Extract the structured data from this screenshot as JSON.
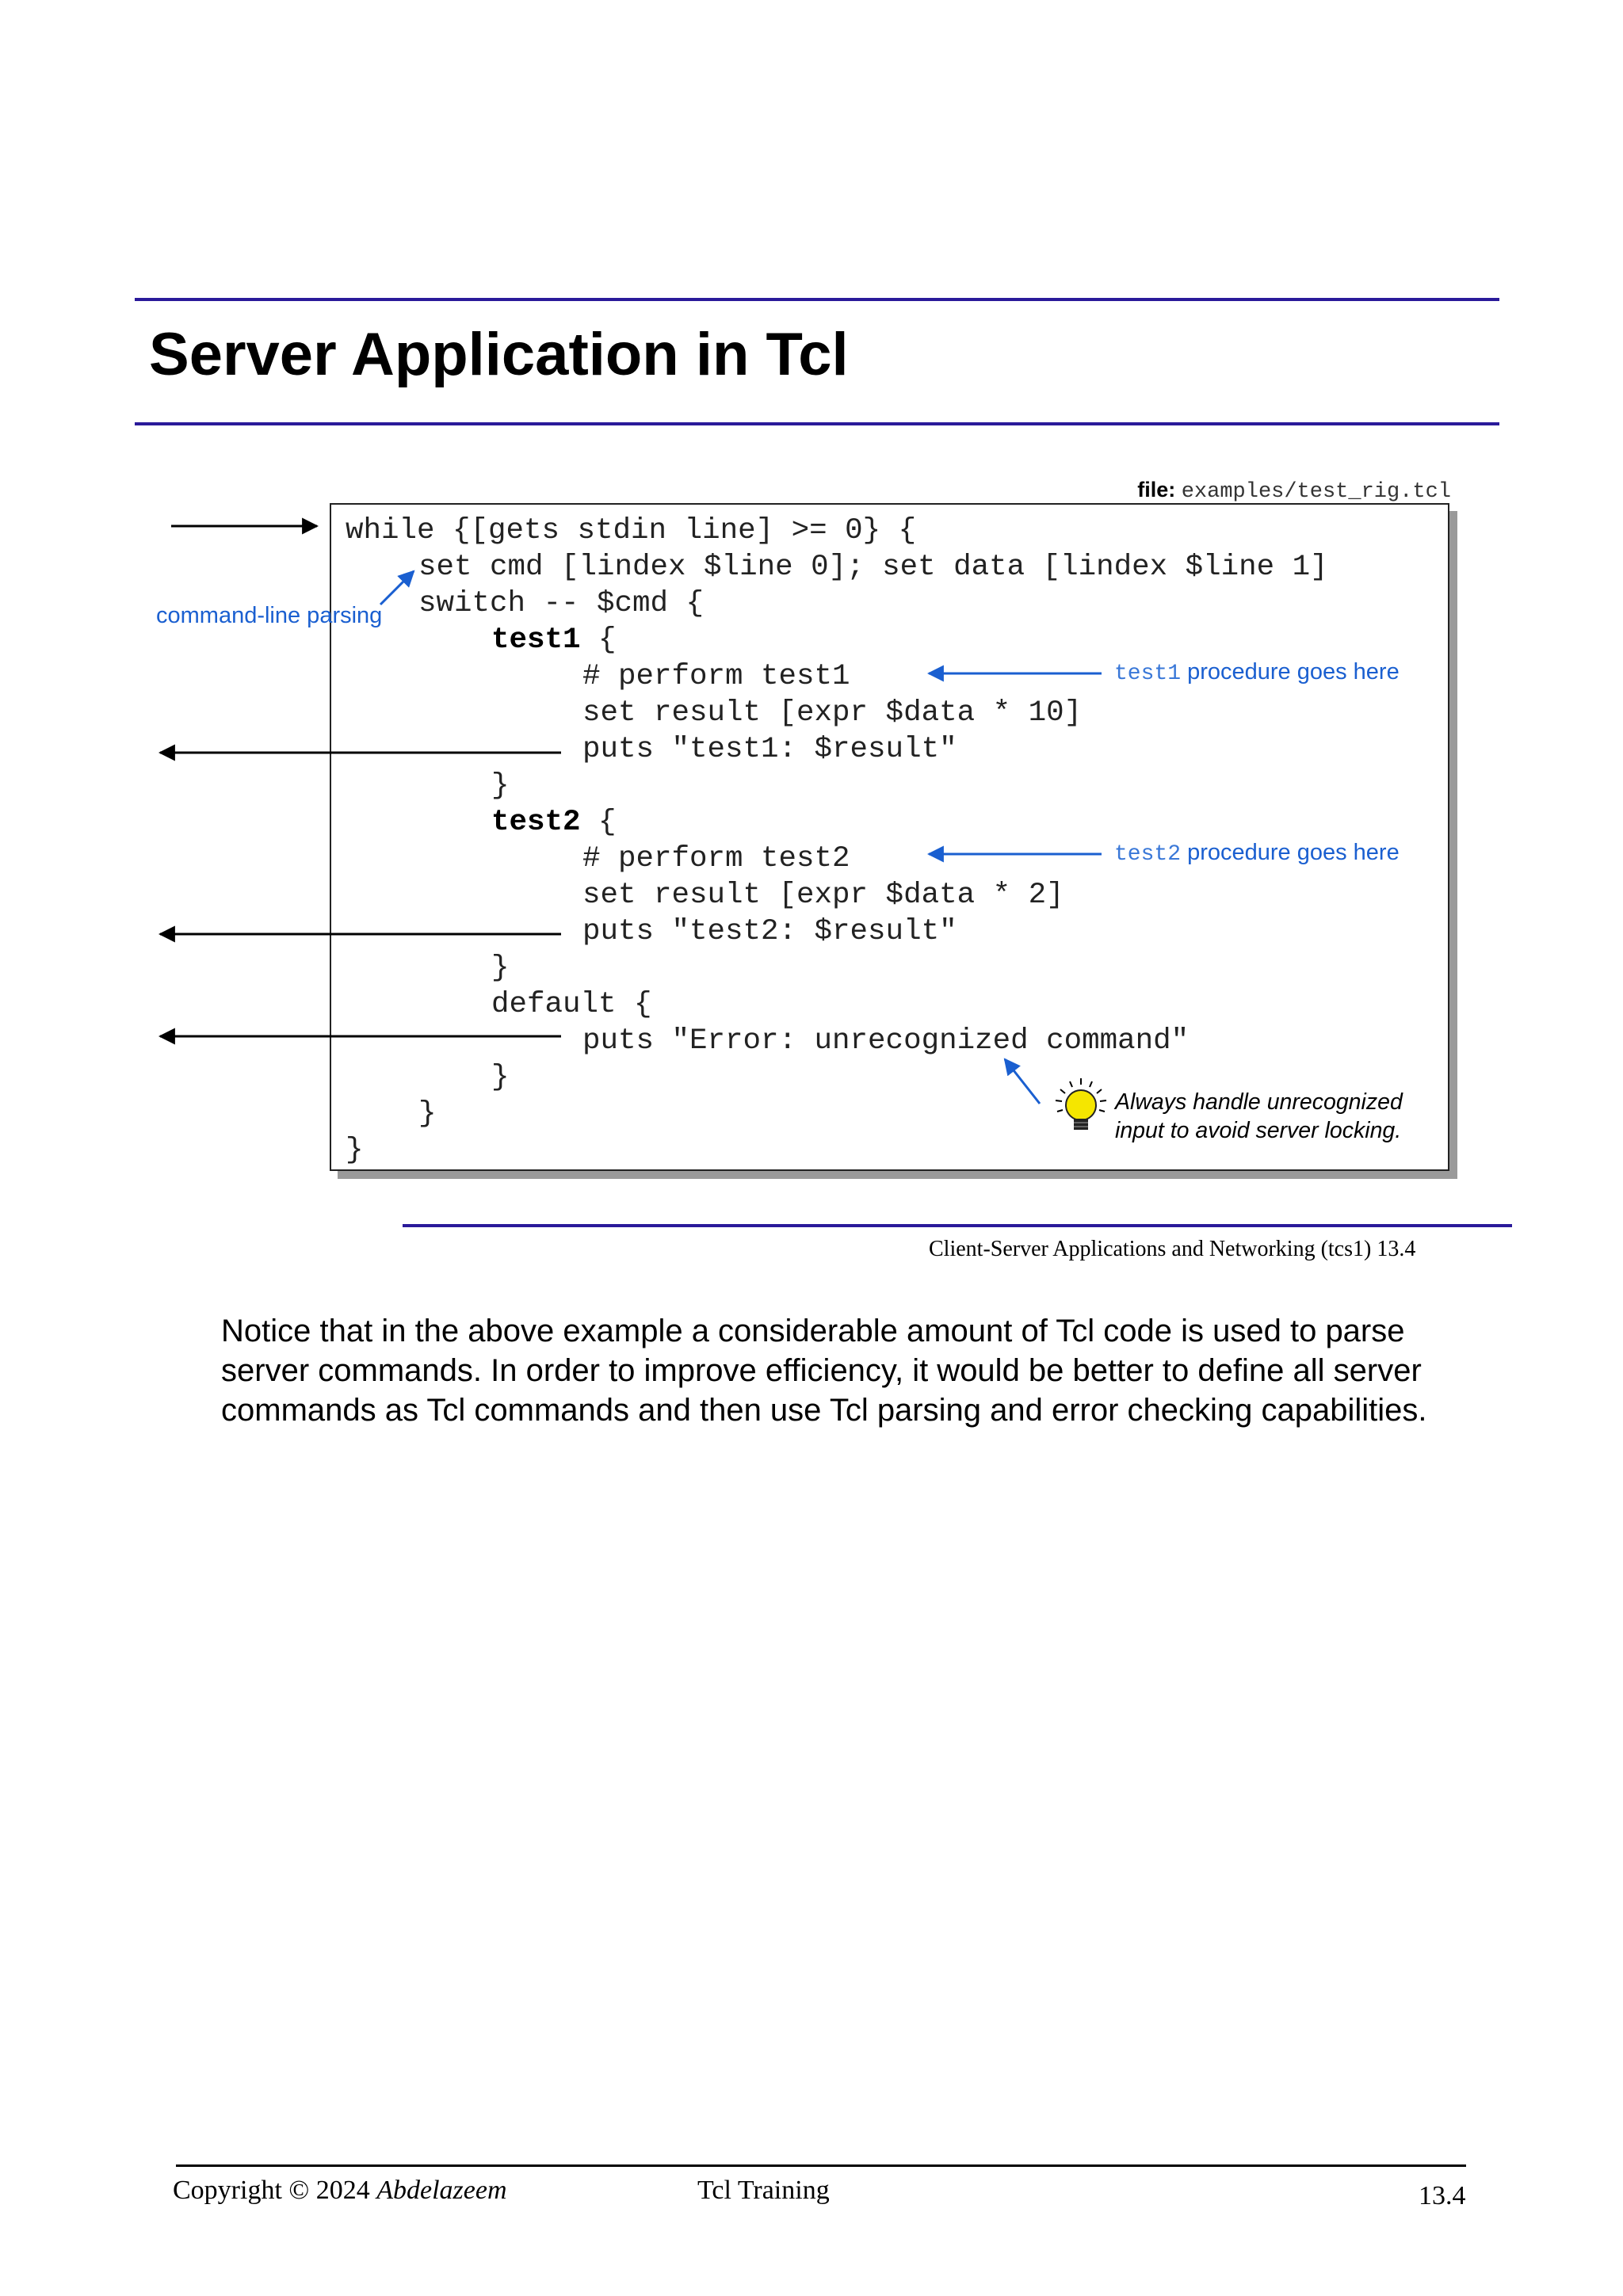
{
  "page": {
    "title": "Server Application in Tcl",
    "file_label": "file:",
    "file_name": "examples/test_rig.tcl",
    "code_lines": [
      "while {[gets stdin line] >= 0} {",
      "set cmd [lindex $line 0]; set data [lindex $line 1]",
      "switch -- $cmd {",
      "test1",
      " {",
      "# perform test1",
      "set result [expr $data * 10]",
      "puts \"test1: $result\"",
      "}",
      "test2",
      " {",
      "# perform test2",
      "set result [expr $data * 2]",
      "puts \"test2: $result\"",
      "}",
      "default {",
      "puts \"Error: unrecognized command\"",
      "}",
      "}",
      "}"
    ],
    "annotations": {
      "command_line_parsing": "command-line parsing",
      "test1_code": "test1",
      "test1_text": " procedure goes here",
      "test2_code": "test2",
      "test2_text": " procedure goes here",
      "tip_line1": "Always handle unrecognized",
      "tip_line2": "input to avoid server locking."
    },
    "caption": "Client-Server Applications and Networking (tcs1)  13.4",
    "paragraph": "Notice that in the above example a considerable amount of Tcl code is used to parse server commands. In order to improve efficiency, it would be better to define all server commands as Tcl commands and then use Tcl parsing and error checking capabilities."
  },
  "footer": {
    "copyright_prefix": "Copyright © 2024 ",
    "author": "Abdelazeem",
    "course": "Tcl Training",
    "page_number": "13.4"
  },
  "colors": {
    "rule": "#2a1a9a",
    "annotation_blue": "#1a5fd0",
    "bulb_yellow": "#f5e600"
  },
  "icons": {
    "tip_icon": "lightbulb-icon"
  }
}
